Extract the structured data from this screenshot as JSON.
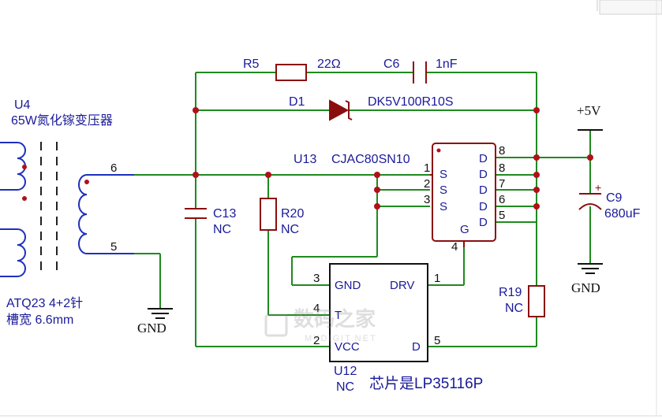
{
  "transformer": {
    "ref": "U4",
    "desc": "65W氮化镓变压器",
    "pkg": "ATQ23 4+2针",
    "slot": "槽宽 6.6mm",
    "pin_top": "6",
    "pin_bottom": "5"
  },
  "r5": {
    "ref": "R5",
    "value": "22Ω"
  },
  "c6": {
    "ref": "C6",
    "value": "1nF"
  },
  "d1": {
    "ref": "D1",
    "value": "DK5V100R10S"
  },
  "u13": {
    "ref": "U13",
    "part": "CJAC80SN10",
    "left_pins": [
      {
        "num": "1",
        "name": "S"
      },
      {
        "num": "2",
        "name": "S"
      },
      {
        "num": "3",
        "name": "S"
      }
    ],
    "right_pins": [
      {
        "num": "8",
        "name": "D"
      },
      {
        "num": "8",
        "name": "D"
      },
      {
        "num": "7",
        "name": "D"
      },
      {
        "num": "6",
        "name": "D"
      },
      {
        "num": "5",
        "name": "D"
      }
    ],
    "gate": {
      "num": "4",
      "name": "G"
    }
  },
  "c13": {
    "ref": "C13",
    "value": "NC"
  },
  "r20": {
    "ref": "R20",
    "value": "NC"
  },
  "r19": {
    "ref": "R19",
    "value": "NC"
  },
  "c9": {
    "ref": "C9",
    "value": "680uF",
    "polarity": "+"
  },
  "supply": "+5V",
  "gnd_label": "GND",
  "u12": {
    "ref": "U12",
    "value": "NC",
    "pins": [
      {
        "num": "3",
        "name": "GND"
      },
      {
        "num": "4",
        "name": "T"
      },
      {
        "num": "2",
        "name": "VCC"
      },
      {
        "num": "1",
        "name": "DRV"
      },
      {
        "num": "5",
        "name": "D"
      }
    ]
  },
  "note": "芯片是LP35116P",
  "watermark": {
    "cn": "数码之家",
    "en": "MYDIGIT.NET"
  }
}
